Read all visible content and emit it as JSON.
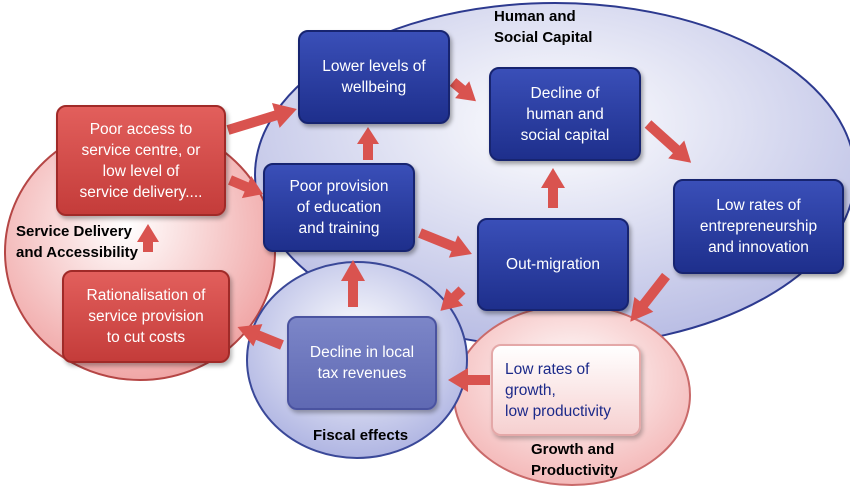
{
  "regions": {
    "human_social": "Human and\nSocial Capital",
    "service": "Service Delivery\nand Accessibility",
    "fiscal": "Fiscal effects",
    "growth": "Growth and\nProductivity"
  },
  "boxes": {
    "lower_wellbeing": "Lower levels of\nwellbeing",
    "decline_human": "Decline of\nhuman and\nsocial capital",
    "poor_access": "Poor access to\nservice centre, or\nlow level of\nservice delivery....",
    "poor_education": "Poor provision\nof education\nand training",
    "out_migration": "Out-migration",
    "low_entrepreneurship": "Low rates of\nentrepreneurship\nand innovation",
    "rationalisation": "Rationalisation of\nservice provision\nto cut costs",
    "decline_tax": "Decline in local\ntax revenues",
    "low_growth": "Low rates of\ngrowth,\nlow productivity"
  },
  "colors": {
    "human_ellipse": "#c9cbe9",
    "service_circle": "#f4bcbc",
    "fiscal_circle": "#c4c8ea",
    "growth_circle": "#f6c9c9",
    "arrow": "#d9534f",
    "blue_box": "#26389a",
    "red_box": "#d24c4a"
  }
}
